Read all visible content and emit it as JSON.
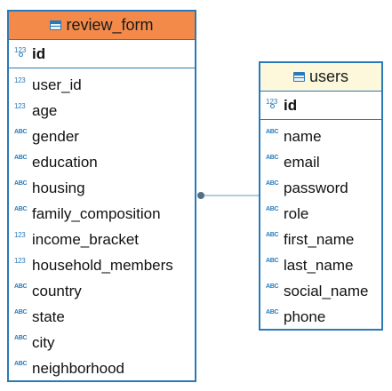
{
  "entities": {
    "review_form": {
      "title": "review_form",
      "pk": {
        "name": "id",
        "type_icon": "123"
      },
      "columns": [
        {
          "name": "user_id",
          "type_icon": "123"
        },
        {
          "name": "age",
          "type_icon": "123"
        },
        {
          "name": "gender",
          "type_icon": "ABC"
        },
        {
          "name": "education",
          "type_icon": "ABC"
        },
        {
          "name": "housing",
          "type_icon": "ABC"
        },
        {
          "name": "family_composition",
          "type_icon": "ABC"
        },
        {
          "name": "income_bracket",
          "type_icon": "123"
        },
        {
          "name": "household_members",
          "type_icon": "123"
        },
        {
          "name": "country",
          "type_icon": "ABC"
        },
        {
          "name": "state",
          "type_icon": "ABC"
        },
        {
          "name": "city",
          "type_icon": "ABC"
        },
        {
          "name": "neighborhood",
          "type_icon": "ABC"
        }
      ]
    },
    "users": {
      "title": "users",
      "pk": {
        "name": "id",
        "type_icon": "123"
      },
      "columns": [
        {
          "name": "name",
          "type_icon": "ABC"
        },
        {
          "name": "email",
          "type_icon": "ABC"
        },
        {
          "name": "password",
          "type_icon": "ABC"
        },
        {
          "name": "role",
          "type_icon": "ABC"
        },
        {
          "name": "first_name",
          "type_icon": "ABC"
        },
        {
          "name": "last_name",
          "type_icon": "ABC"
        },
        {
          "name": "social_name",
          "type_icon": "ABC"
        },
        {
          "name": "phone",
          "type_icon": "ABC"
        }
      ]
    }
  },
  "colors": {
    "border": "#2a7ab8",
    "review_form_header": "#f38a4a",
    "users_header": "#fdf8dc",
    "relation_line": "#8fc1cf"
  }
}
